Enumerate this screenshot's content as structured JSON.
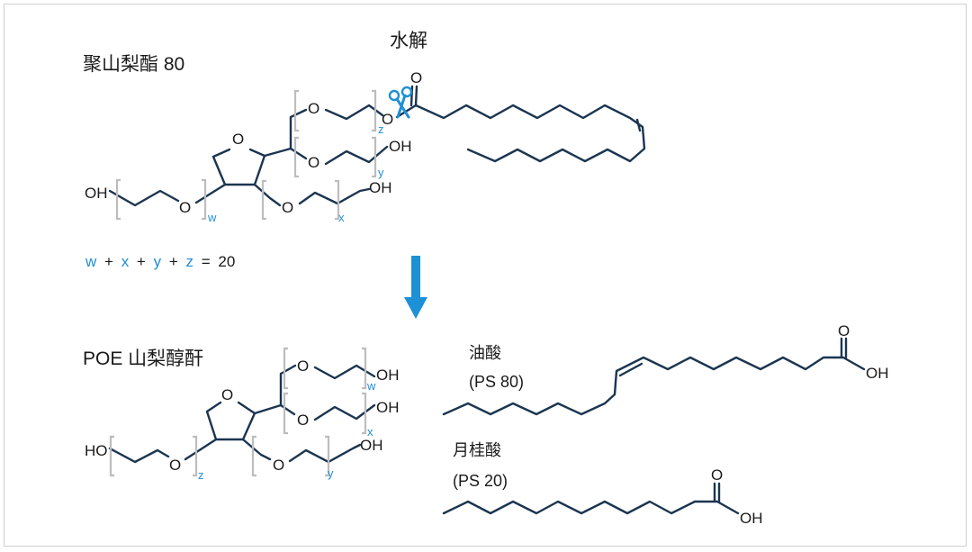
{
  "top": {
    "title": "聚山梨酯 80",
    "hydrolysis_label": "水解",
    "formula": {
      "w": "w",
      "x": "x",
      "y": "y",
      "z": "z",
      "plus": "+",
      "equals": "=",
      "total": "20"
    },
    "subscripts": {
      "w": "w",
      "x": "x",
      "y": "y",
      "z": "z"
    }
  },
  "bottom": {
    "title": "POE 山梨醇酐",
    "subscripts": {
      "w": "w",
      "x": "x",
      "y": "y",
      "z": "z"
    },
    "oleic": {
      "name": "油酸",
      "ps": "(PS 80)"
    },
    "lauric": {
      "name": "月桂酸",
      "ps": "(PS 20)"
    }
  },
  "atoms": {
    "O": "O",
    "OH": "OH",
    "HO": "HO"
  },
  "colors": {
    "accent": "#1e90d6",
    "bond": "#1b3550",
    "bracket": "#bdbdbd"
  },
  "icons": {
    "scissors": "scissors-icon",
    "arrow": "arrow-down-icon"
  }
}
